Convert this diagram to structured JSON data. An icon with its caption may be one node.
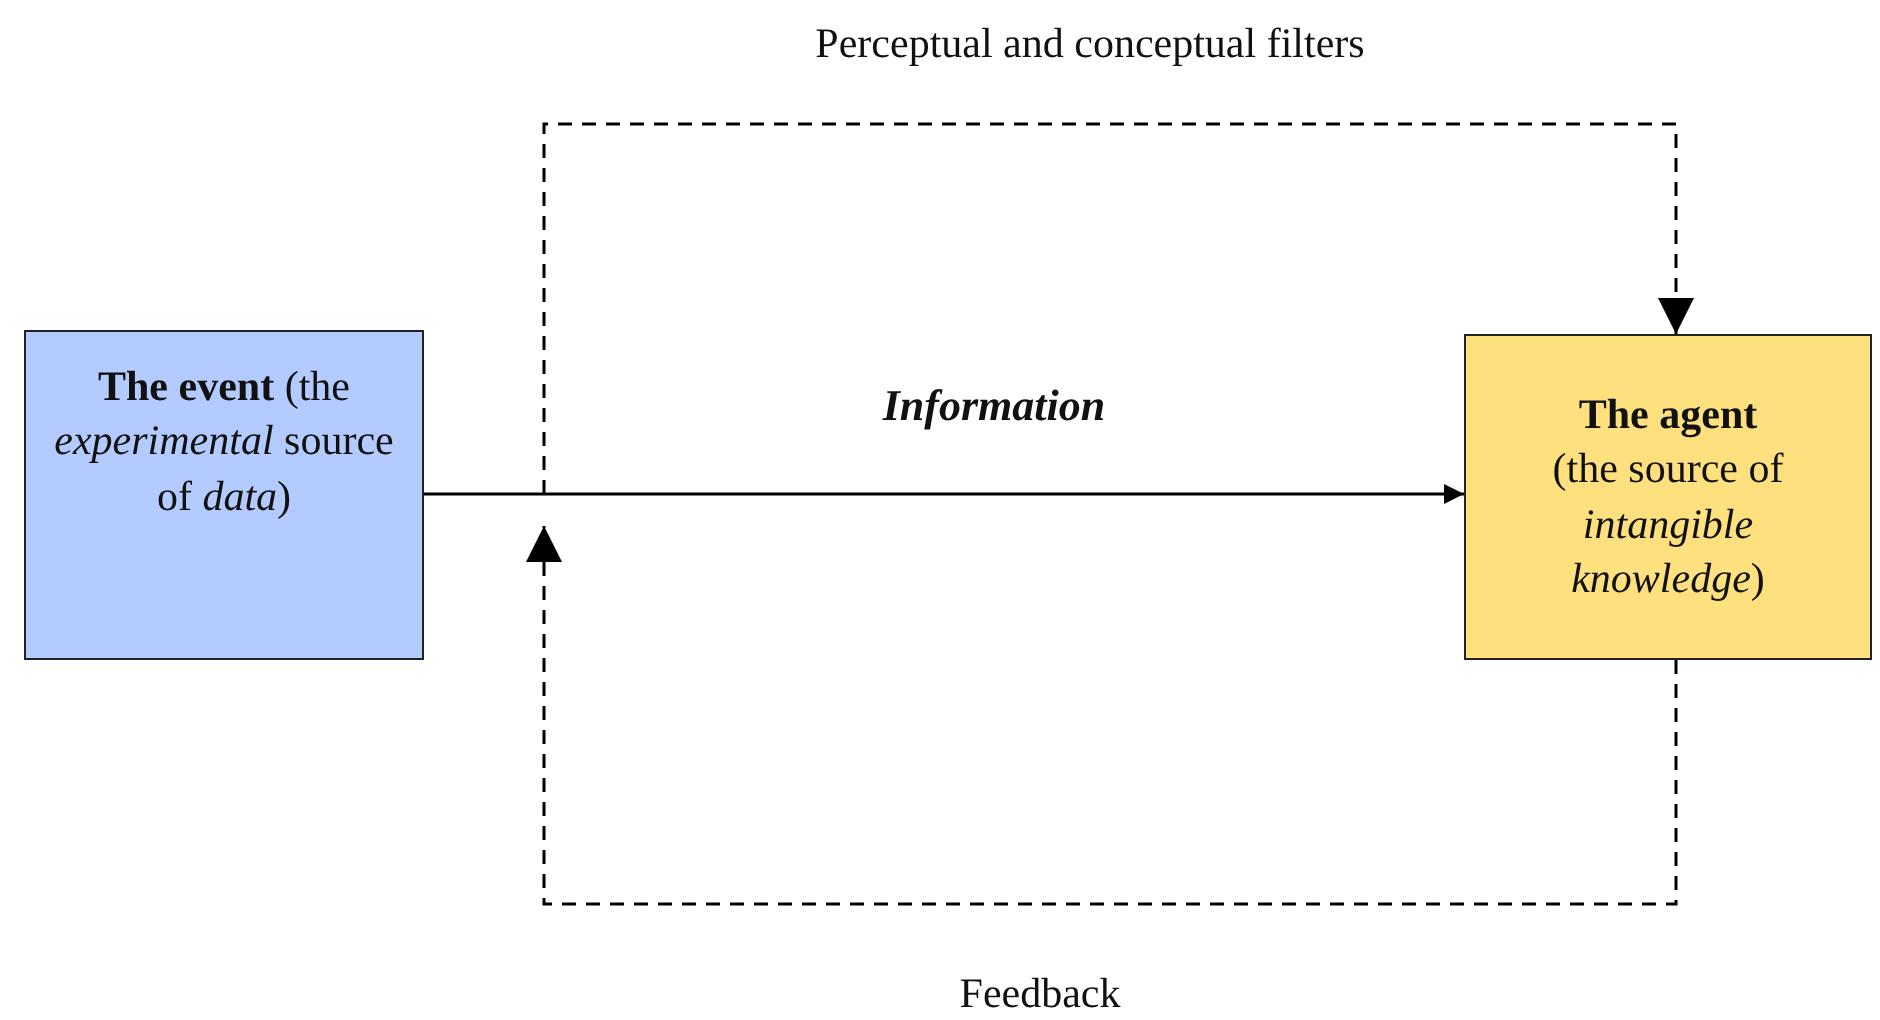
{
  "diagram": {
    "nodes": [
      {
        "text": [
          "**The event** (the *experimental* source of *data*)"
        ]
      },
      {
        "text": [
          "The agent",
          "(the source of *intangible* *knowledge*)"
        ]
      }
    ],
    "edges": [
      {
        "from": 0,
        "to": 1,
        "arrow": "to",
        "label": "Information"
      },
      {
        "from": null,
        "to": 1,
        "arrow": "to",
        "style": "dashed",
        "label": "Perceptual and conceptual filters"
      },
      {
        "from": 1,
        "to": null,
        "arrow": "to",
        "style": "dashed",
        "label": "Feedback"
      }
    ]
  }
}
